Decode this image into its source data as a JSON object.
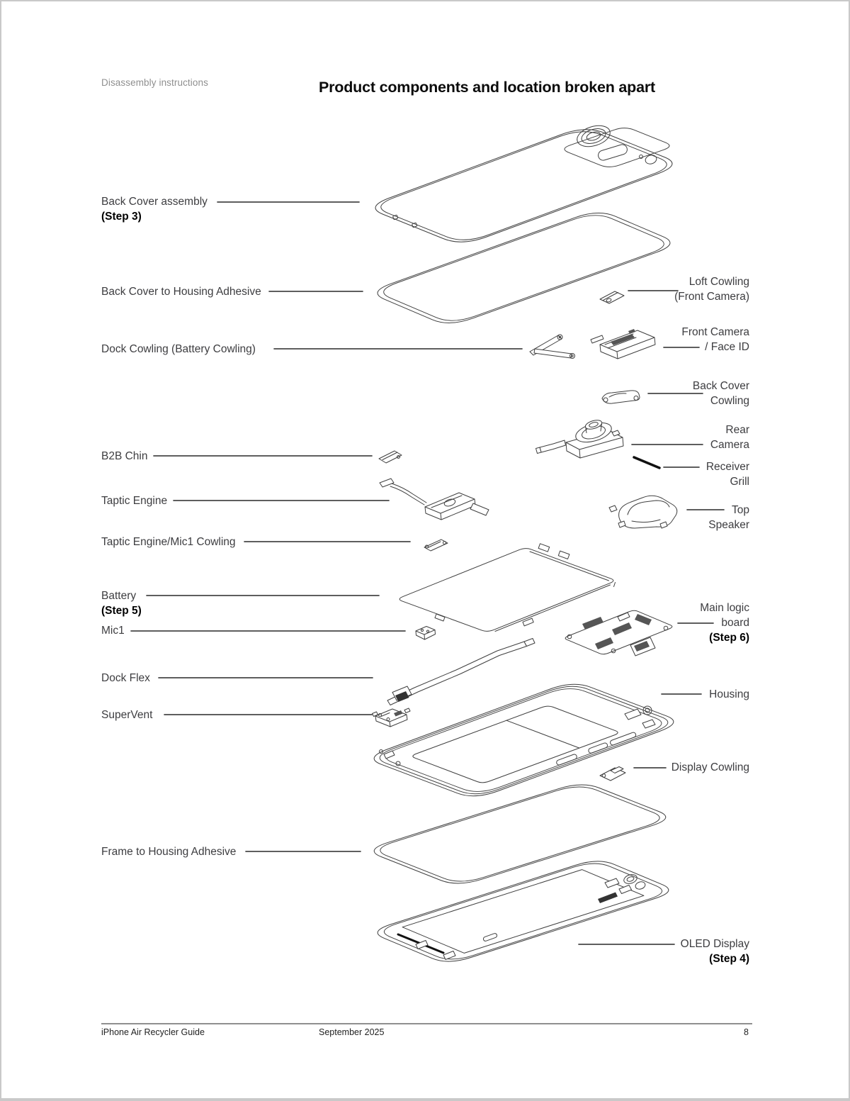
{
  "header": {
    "eyebrow": "Disassembly instructions",
    "title": "Product components and location broken apart"
  },
  "labels_left": [
    {
      "text": "Back Cover assembly",
      "step": "(Step 3)"
    },
    {
      "text": "Back Cover to Housing Adhesive"
    },
    {
      "text": "Dock Cowling (Battery Cowling)"
    },
    {
      "text": "B2B Chin"
    },
    {
      "text": "Taptic Engine"
    },
    {
      "text": "Taptic Engine/Mic1 Cowling"
    },
    {
      "text": "Battery",
      "step": "(Step 5)"
    },
    {
      "text": "Mic1"
    },
    {
      "text": "Dock Flex"
    },
    {
      "text": "SuperVent"
    },
    {
      "text": "Frame to Housing Adhesive"
    }
  ],
  "labels_right": [
    {
      "text": "Loft Cowling\n(Front Camera)"
    },
    {
      "text": "Front Camera\n/ Face ID"
    },
    {
      "text": "Back Cover\nCowling"
    },
    {
      "text": "Rear\nCamera"
    },
    {
      "text": "Receiver\nGrill"
    },
    {
      "text": "Top\nSpeaker"
    },
    {
      "text": "Main logic\nboard",
      "step": "(Step 6)"
    },
    {
      "text": "Housing"
    },
    {
      "text": "Display Cowling"
    },
    {
      "text": "OLED Display",
      "step": "(Step 4)"
    }
  ],
  "footer": {
    "document_title": "iPhone Air Recycler Guide",
    "date": "September 2025",
    "page_number": "8"
  },
  "colors": {
    "label_text": "#3d3d40",
    "step_text": "#000000",
    "eyebrow_text": "#8f8f8f",
    "leader_line": "#474747",
    "art_stroke": "#3f3f3f",
    "page_border": "#c9c9c9",
    "footer_rule": "#8f8f8f"
  }
}
